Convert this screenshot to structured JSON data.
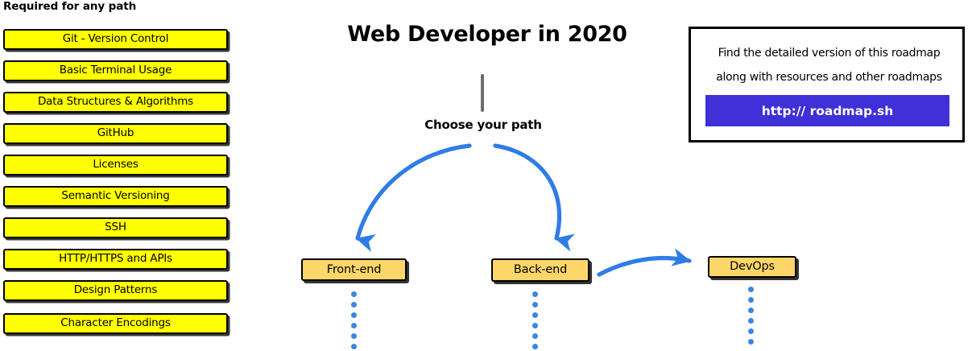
{
  "page": {
    "background": "#ffffff",
    "title": "Web Developer in 2020"
  },
  "left_column": {
    "heading": "Required for any path",
    "box_color": "#FFFF00",
    "box_border_color": "#000000",
    "items": [
      {
        "label": "Git - Version Control"
      },
      {
        "label": "Basic Terminal Usage"
      },
      {
        "label": "Data Structures & Algorithms"
      },
      {
        "label": "GitHub"
      },
      {
        "label": "Licenses"
      },
      {
        "label": "Semantic Versioning"
      },
      {
        "label": "SSH"
      },
      {
        "label": "HTTP/HTTPS and APIs"
      },
      {
        "label": "Design Patterns"
      },
      {
        "label": "Character Encodings"
      }
    ]
  },
  "center": {
    "title": "Web Developer in 2020",
    "stem_color": "#6e6e6e",
    "choose_label": "Choose your path",
    "arrow_color": "#2f7ce5",
    "paths": [
      {
        "label": "Front-end"
      },
      {
        "label": "Back-end"
      },
      {
        "label": "DevOps"
      }
    ],
    "path_box_color": "#FCD668",
    "dot_color": "#3d85e0"
  },
  "info_box": {
    "line_1": "Find the detailed version of this roadmap",
    "line_2": "along with resources and other roadmaps",
    "url_label": "http:// roadmap.sh",
    "url_button_color": "#4030D8",
    "border_color": "#000000"
  }
}
